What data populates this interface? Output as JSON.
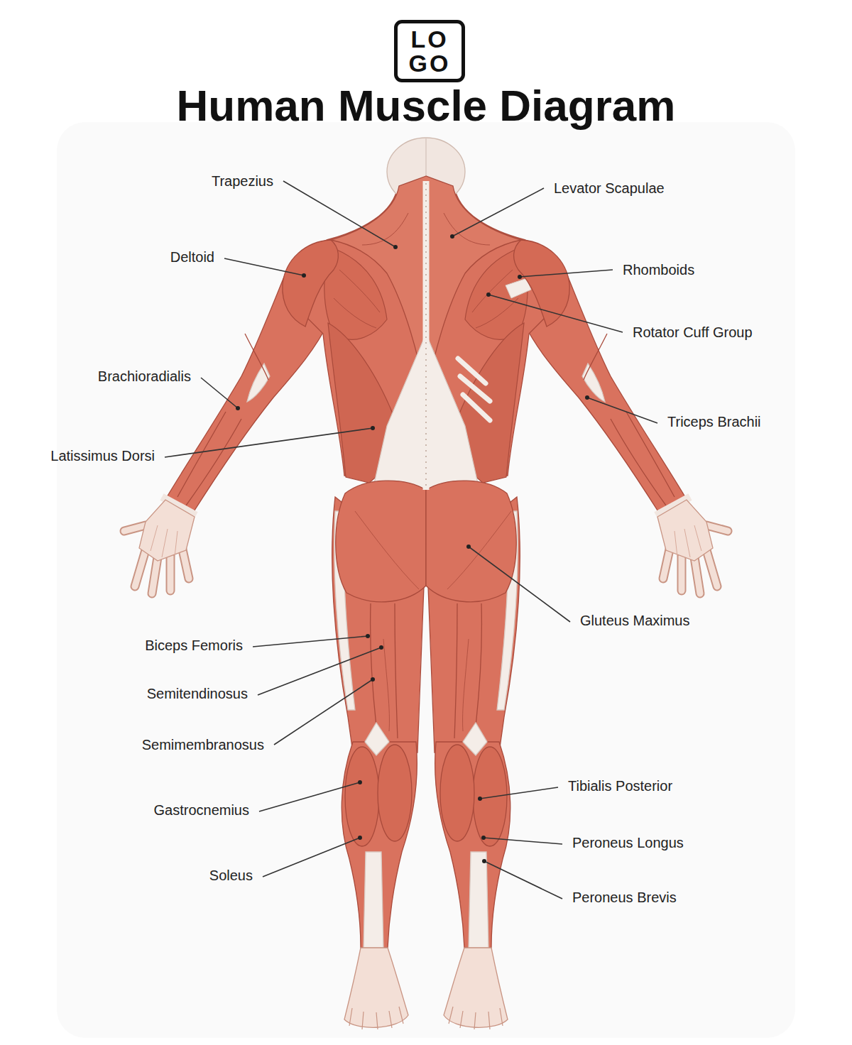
{
  "diagram": {
    "title": "Human Muscle Diagram",
    "nodes": [
      {
        "text": [
          "LO GO"
        ]
      }
    ],
    "labels": [
      "Trapezius",
      "Levator Scapulae",
      "Deltoid",
      "Rhomboids",
      "Rotator Cuff Group",
      "Brachioradialis",
      "Triceps Brachii",
      "Latissimus Dorsi",
      "Gluteus Maximus",
      "Biceps Femoris",
      "Semitendinosus",
      "Semimembranosus",
      "Tibialis Posterior",
      "Gastrocnemius",
      "Peroneus Longus",
      "Soleus",
      "Peroneus Brevis"
    ]
  }
}
